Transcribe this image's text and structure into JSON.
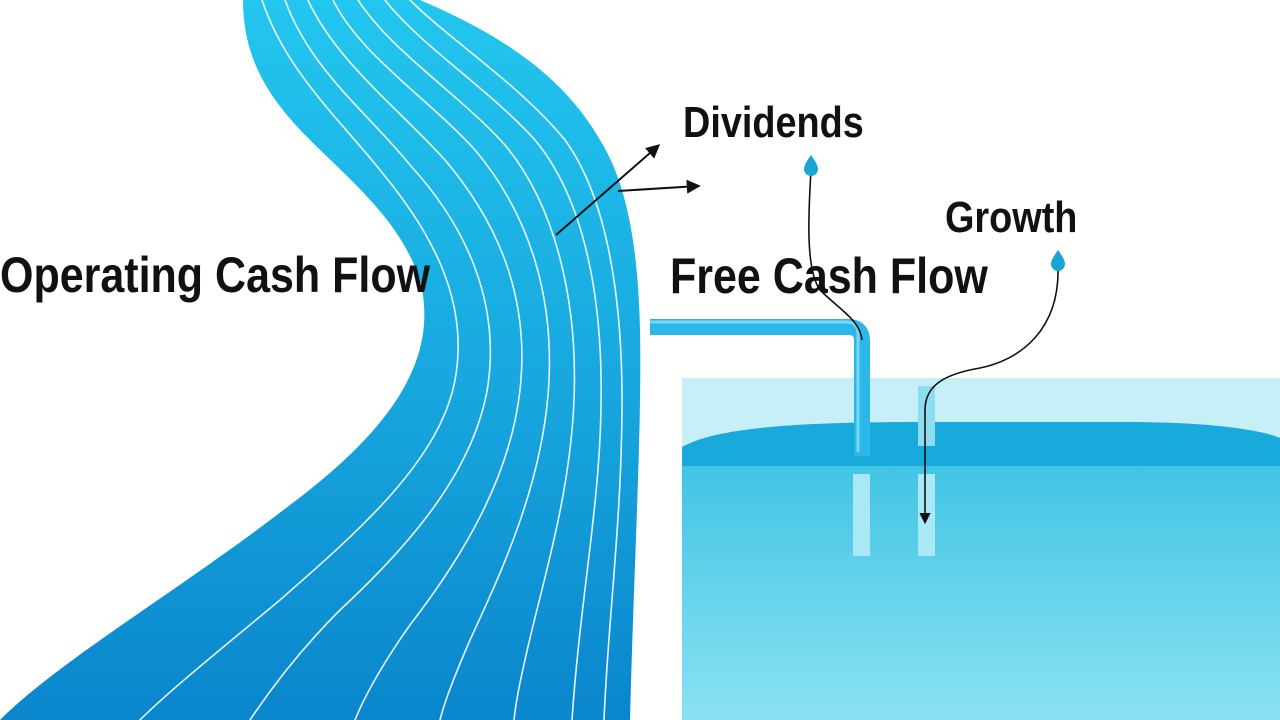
{
  "diagram": {
    "labels": {
      "operating_cash_flow": "Operating Cash Flow",
      "free_cash_flow": "Free Cash Flow",
      "dividends": "Dividends",
      "growth": "Growth"
    },
    "colors": {
      "river_light": "#22c4ec",
      "river_dark": "#0b8fd0",
      "pool_surface": "#16a9d8",
      "pool_body_top": "#45c7e6",
      "pool_body_bottom": "#86e1f1",
      "pool_back": "#c6eff8",
      "pipe": "#29b6e6",
      "arrow": "#111111"
    },
    "icons": [
      "droplet-icon",
      "arrow-icon"
    ]
  }
}
